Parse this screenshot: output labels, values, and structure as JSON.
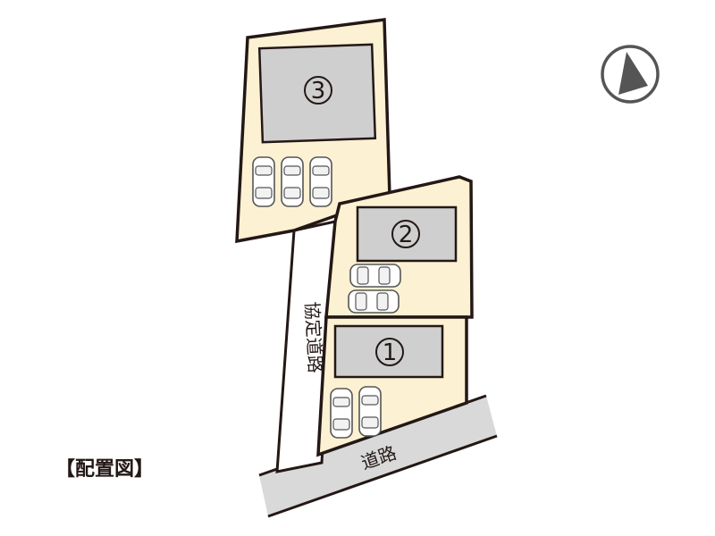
{
  "title": "【配置図】",
  "lots": [
    {
      "number": "③"
    },
    {
      "number": "②"
    },
    {
      "number": "①"
    }
  ],
  "roads": {
    "front_road_label": "道路",
    "agreement_road_label": "協定道路"
  },
  "north_arrow": {
    "icon": "north-arrow-icon"
  },
  "colors": {
    "lot_fill": "#fcf1d2",
    "house_fill": "#cfcfcf",
    "road_fill": "#d9d9d9",
    "outline": "#231815"
  }
}
